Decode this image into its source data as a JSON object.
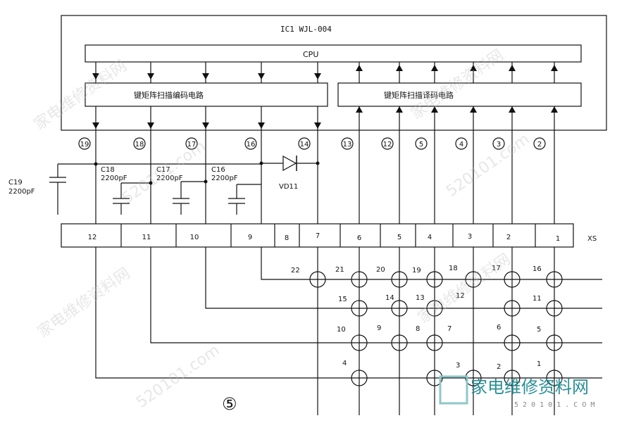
{
  "ic": {
    "title": "IC1  WJL-004",
    "cpu": "CPU",
    "encoder": "键矩阵扫描编码电路",
    "decoder": "键矩阵扫描译码电路"
  },
  "pins": [
    "19",
    "18",
    "17",
    "16",
    "14",
    "13",
    "12",
    "5",
    "4",
    "3",
    "2"
  ],
  "capacitors": {
    "c19": {
      "name": "C19",
      "value": "2200pF"
    },
    "c18": {
      "name": "C18",
      "value": "2200pF"
    },
    "c17": {
      "name": "C17",
      "value": "2200pF"
    },
    "c16": {
      "name": "C16",
      "value": "2200pF"
    }
  },
  "diode": "VD11",
  "connector": {
    "label": "XS",
    "pins": [
      "12",
      "11",
      "10",
      "9",
      "8",
      "7",
      "6",
      "5",
      "4",
      "3",
      "2",
      "1"
    ]
  },
  "keys": [
    "22",
    "21",
    "20",
    "19",
    "18",
    "17",
    "16",
    "15",
    "14",
    "13",
    "12",
    "11",
    "10",
    "9",
    "8",
    "7",
    "6",
    "5",
    "4",
    "3",
    "2",
    "1"
  ],
  "figure_number": "⑤",
  "watermark": {
    "site": "家电维修资料网",
    "domain": "520101.com",
    "logo_text": "家电维修资料网",
    "logo_sub": "5 2 0 1 0 1 . C O M"
  }
}
